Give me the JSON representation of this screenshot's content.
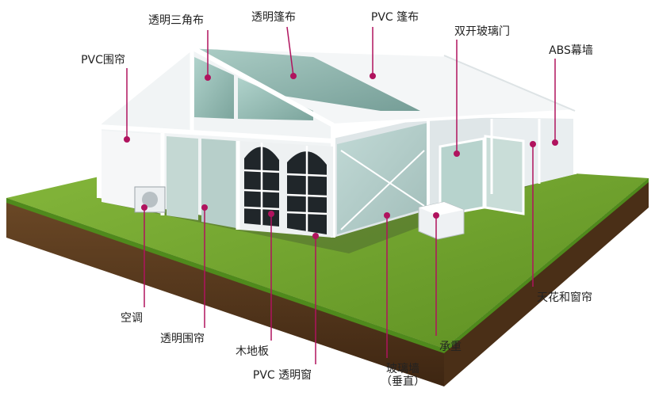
{
  "colors": {
    "callout": "#b0135e",
    "frame": "#e8ecef",
    "glass": "#8fb8b0",
    "grass": "#6fa02c",
    "soil": "#5a3a1e",
    "pvc": "#f3f5f6"
  },
  "labels": {
    "triangle_cloth": "透明三角布",
    "clear_roof": "透明篷布",
    "pvc_roof": "PVC 篷布",
    "glass_door": "双开玻璃门",
    "pvc_wall": "PVC围帘",
    "abs_wall": "ABS幕墙",
    "ceiling_curtain": "天花和窗帘",
    "aircon": "空调",
    "clear_wall": "透明围帘",
    "wood_floor": "木地板",
    "pvc_window": "PVC 透明窗",
    "glass_wall_line1": "玻璃墙",
    "glass_wall_line2": "（垂直）",
    "ballast": "承重"
  }
}
